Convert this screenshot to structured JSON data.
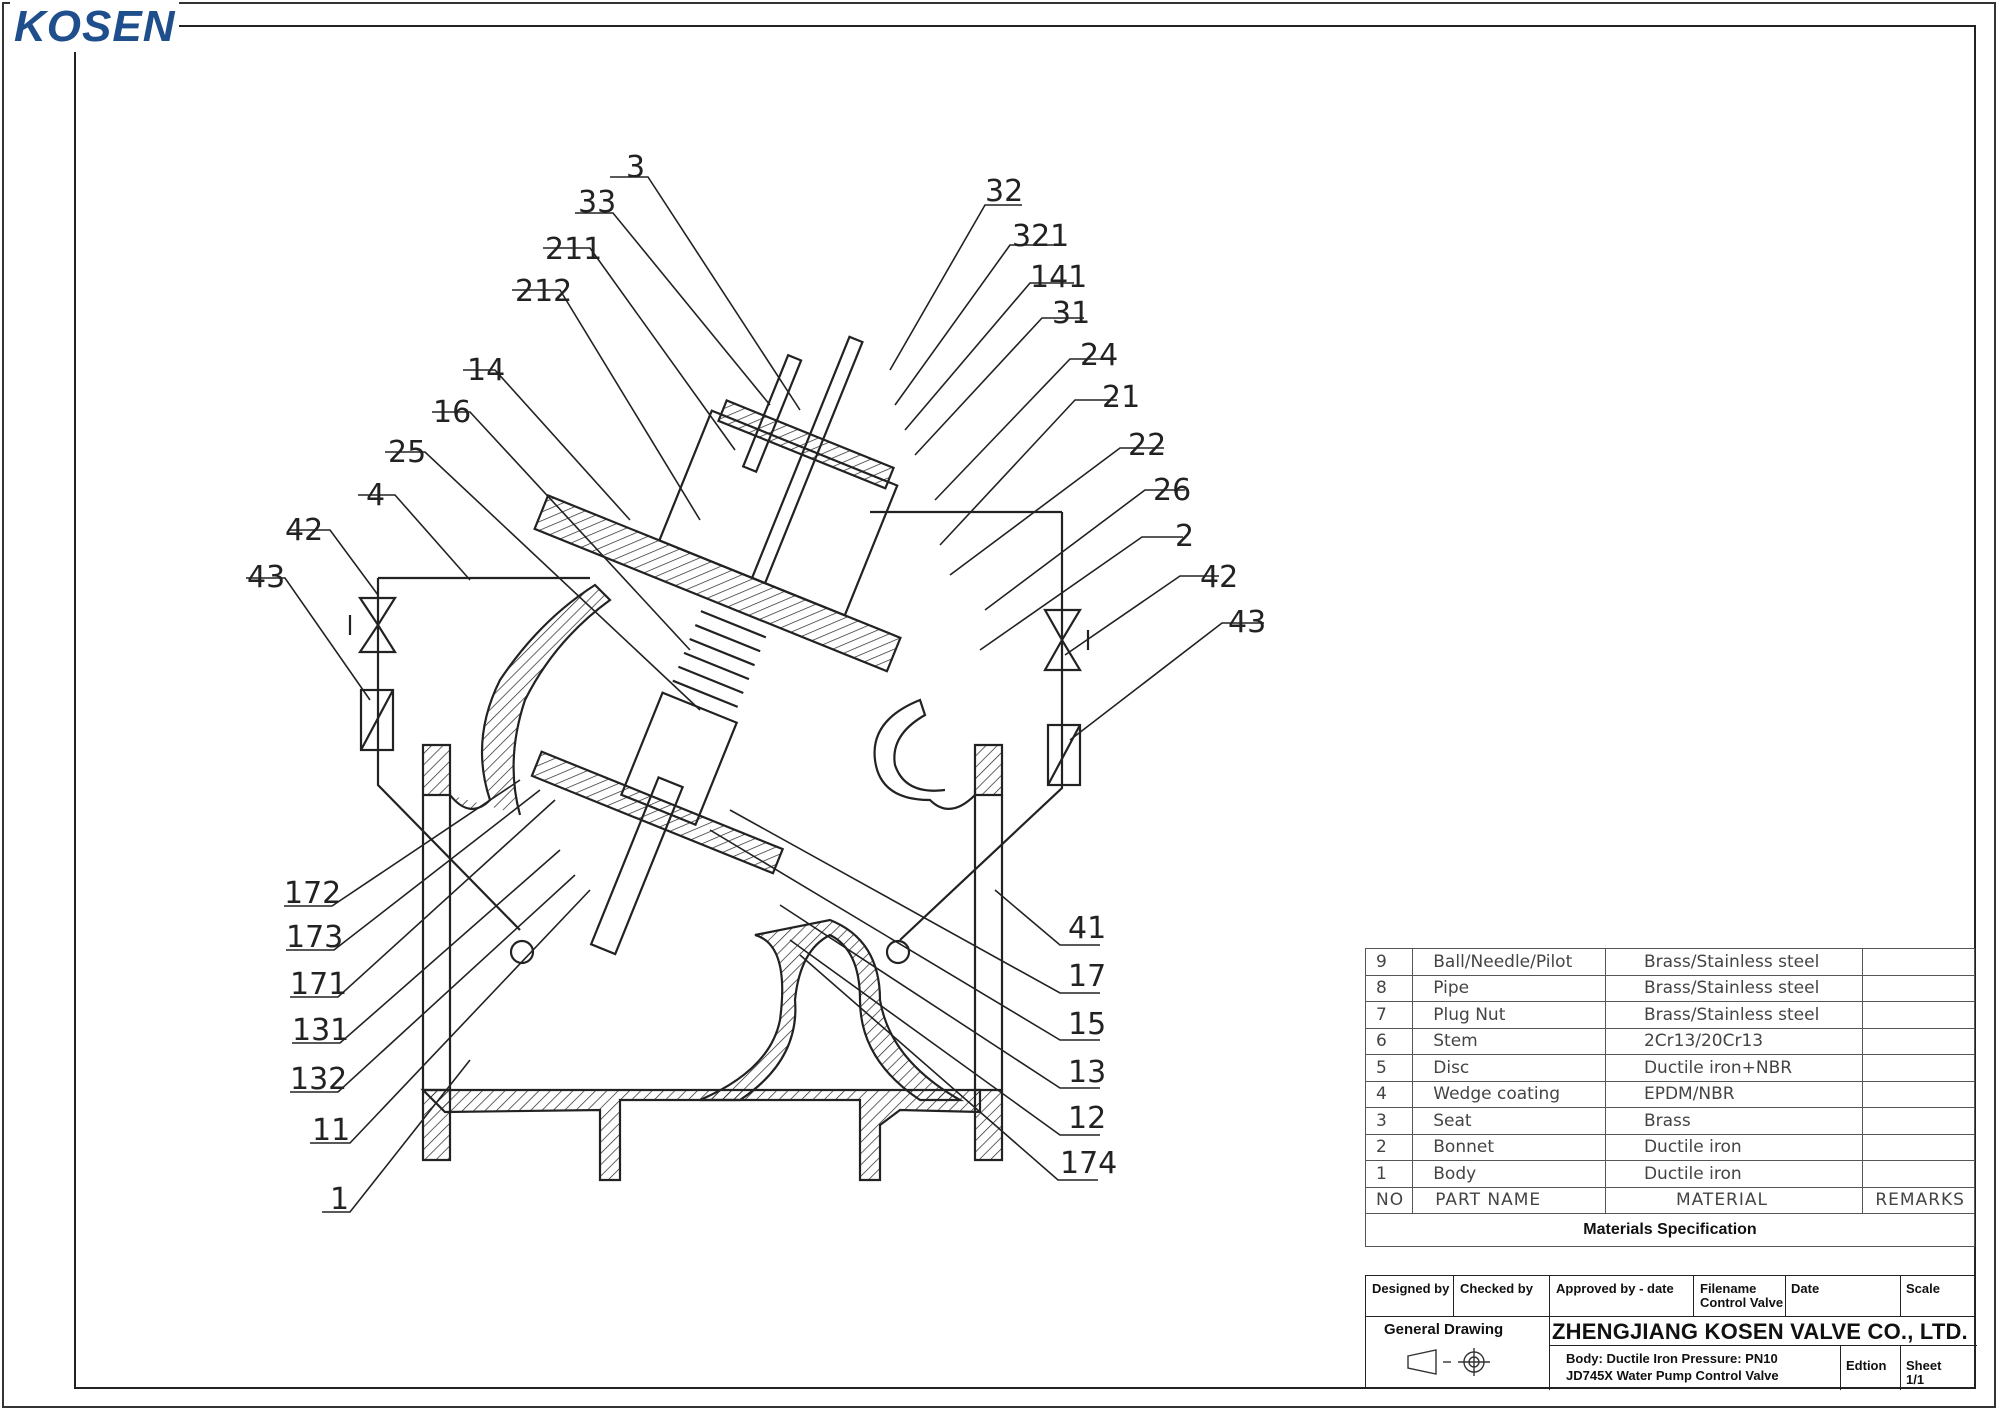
{
  "brand": {
    "logo": "KOSEN"
  },
  "callouts": [
    "3",
    "33",
    "211",
    "212",
    "14",
    "16",
    "25",
    "4",
    "42",
    "43",
    "32",
    "321",
    "141",
    "31",
    "24",
    "21",
    "22",
    "26",
    "2",
    "42",
    "43",
    "172",
    "173",
    "171",
    "131",
    "132",
    "11",
    "1",
    "41",
    "17",
    "15",
    "13",
    "12",
    "174"
  ],
  "parts_table": {
    "rows": [
      {
        "no": "9",
        "name": "Ball/Needle/Pilot",
        "material": "Brass/Stainless steel",
        "remarks": ""
      },
      {
        "no": "8",
        "name": "Pipe",
        "material": "Brass/Stainless steel",
        "remarks": ""
      },
      {
        "no": "7",
        "name": "Plug Nut",
        "material": "Brass/Stainless steel",
        "remarks": ""
      },
      {
        "no": "6",
        "name": "Stem",
        "material": "2Cr13/20Cr13",
        "remarks": ""
      },
      {
        "no": "5",
        "name": "Disc",
        "material": "Ductile iron+NBR",
        "remarks": ""
      },
      {
        "no": "4",
        "name": "Wedge coating",
        "material": "EPDM/NBR",
        "remarks": ""
      },
      {
        "no": "3",
        "name": "Seat",
        "material": "Brass",
        "remarks": ""
      },
      {
        "no": "2",
        "name": "Bonnet",
        "material": "Ductile iron",
        "remarks": ""
      },
      {
        "no": "1",
        "name": "Body",
        "material": "Ductile iron",
        "remarks": ""
      }
    ],
    "header": {
      "no": "NO",
      "name": "PART  NAME",
      "material": "MATERIAL",
      "remarks": "REMARKS"
    },
    "caption": "Materials Specification"
  },
  "title_block": {
    "designed_by": "Designed by",
    "checked_by": "Checked by",
    "approved_by": "Approved by - date",
    "filename_label": "Filename",
    "filename_value": "Control Valve",
    "date_label": "Date",
    "scale_label": "Scale",
    "general_drawing": "General Drawing",
    "company": "ZHENGJIANG KOSEN VALVE CO., LTD.",
    "body_line": "Body: Ductile Iron   Pressure: PN10",
    "model_line": "JD745X Water Pump Control Valve",
    "edition_label": "Edtion",
    "sheet_label": "Sheet",
    "sheet_value": "1/1"
  }
}
